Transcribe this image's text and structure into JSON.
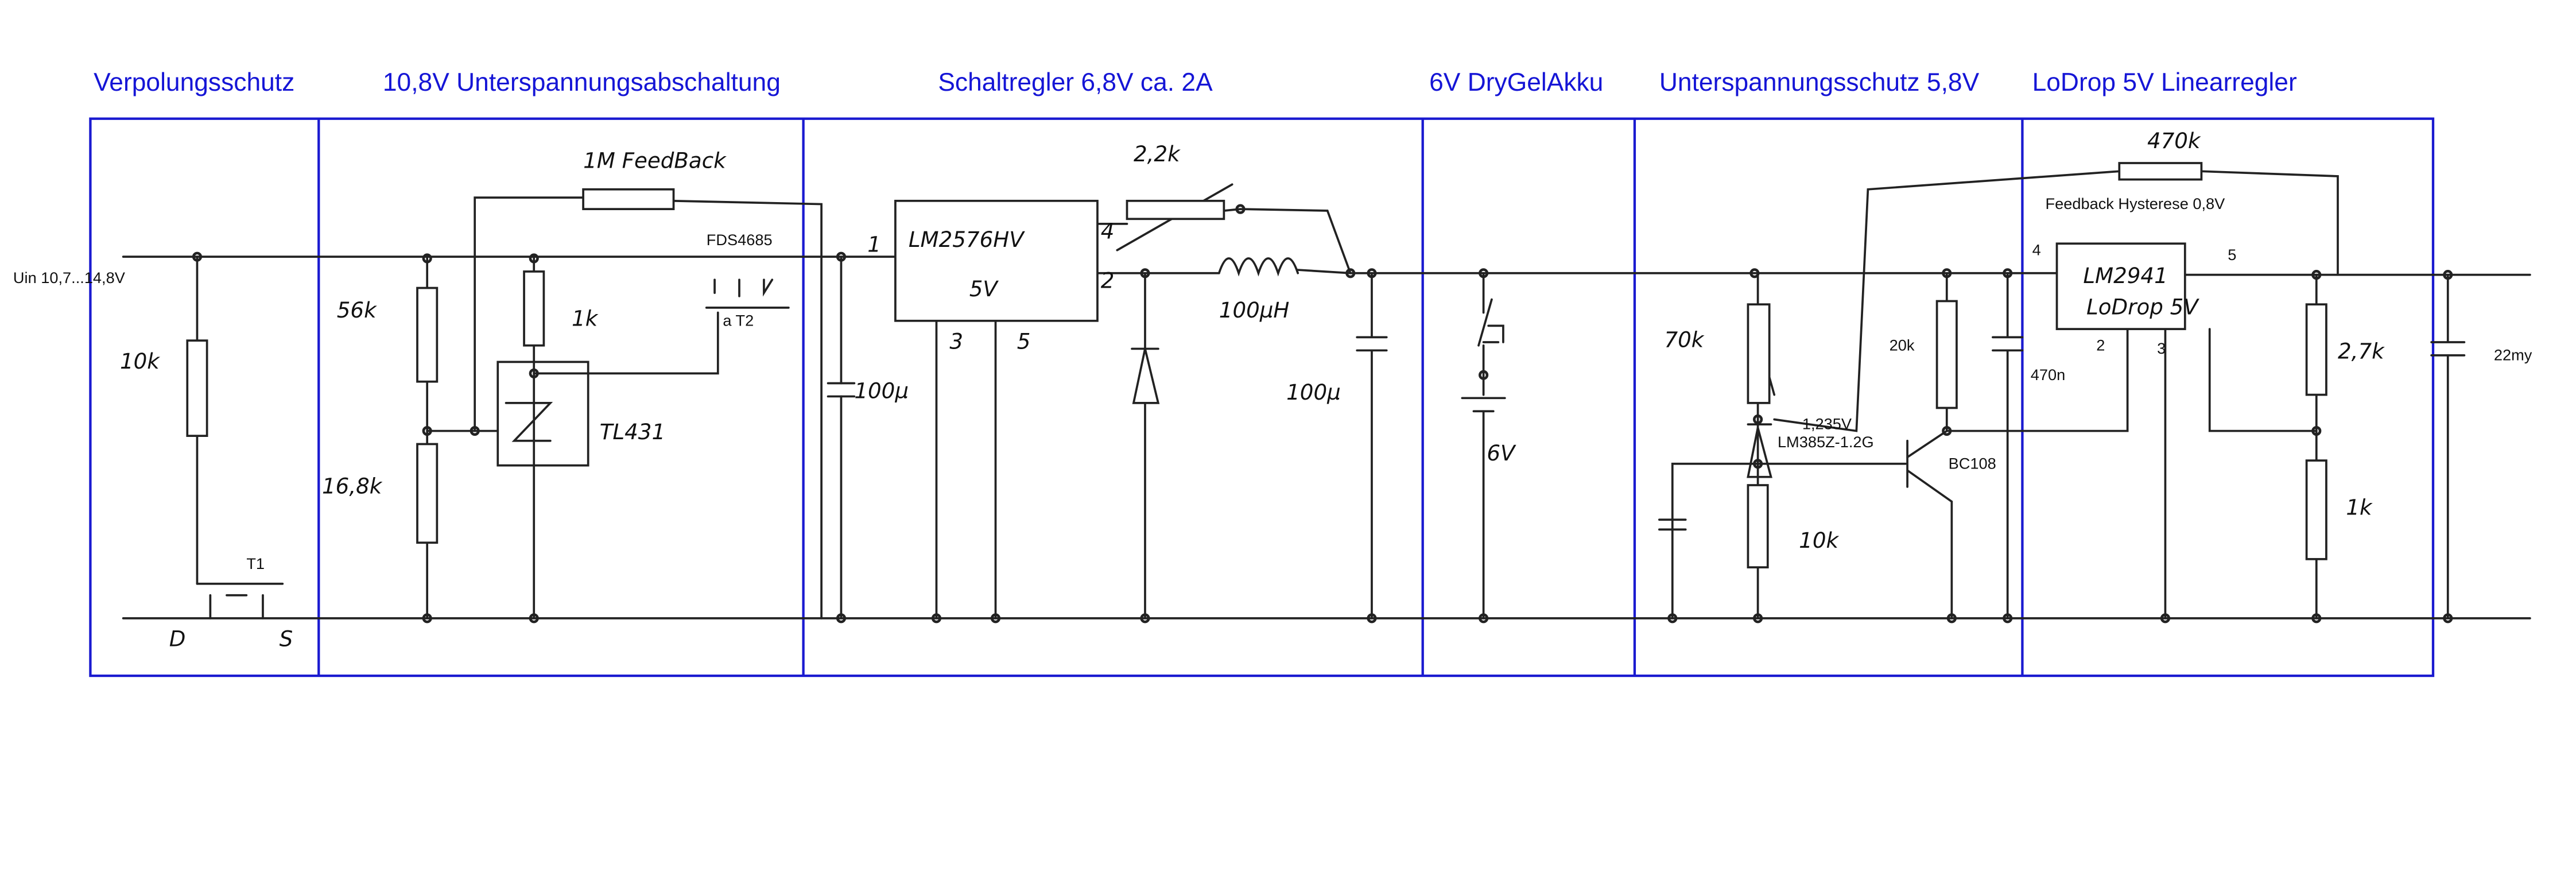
{
  "sections": [
    {
      "title": "Verpolungsschutz"
    },
    {
      "title": "10,8V Unterspannungsabschaltung"
    },
    {
      "title": "Schaltregler 6,8V ca. 2A"
    },
    {
      "title": "6V DryGelAkku"
    },
    {
      "title": "Unterspannungsschutz 5,8V"
    },
    {
      "title": "LoDrop 5V Linearregler"
    }
  ],
  "labels": {
    "uin": "Uin 10,7...14,8V",
    "r10k_a": "10k",
    "t1": "T1",
    "d": "D",
    "s": "S",
    "r56k": "56k",
    "r168k": "16,8k",
    "feedback1m": "1M FeedBack",
    "r1k_a": "1k",
    "tl431": "TL431",
    "fds4685": "FDS4685",
    "t2": "a  T2",
    "c100u_in": "100µ",
    "lm2576": "LM2576HV",
    "lm2576_v": "5V",
    "pin1": "1",
    "pin4": "4",
    "pin2": "2",
    "pin3": "3",
    "pin5": "5",
    "pot22k": "2,2k",
    "l100uh": "100µH",
    "c100u_out": "100µ",
    "batt": "6V",
    "pot70k": "70k",
    "zener_v": "1,235V",
    "lm385": "LM385Z-1.2G",
    "r10k_b": "10k",
    "r470k": "470k",
    "hyst": "Feedback Hysterese 0,8V",
    "r20k": "20k",
    "bc108": "BC108",
    "c470n": "470n",
    "lm2941": "LM2941",
    "lm2941_sub": "LoDrop 5V",
    "lpin4": "4",
    "lpin5": "5",
    "lpin2": "2",
    "lpin3": "3",
    "r27k": "2,7k",
    "r1k_b": "1k",
    "c22my": "22my"
  },
  "colors": {
    "section_blue": "#1515d6",
    "wire": "#222222"
  }
}
